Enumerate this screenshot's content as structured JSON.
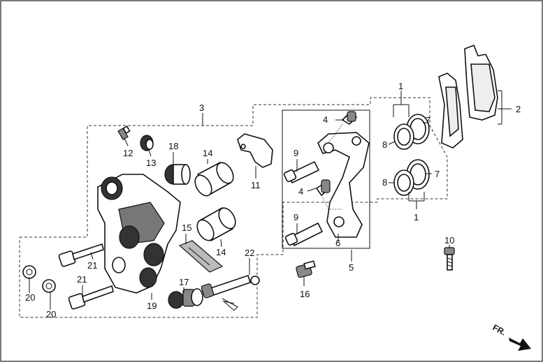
{
  "diagram": {
    "callouts": {
      "c1a": "1",
      "c1b": "1",
      "c2": "2",
      "c3": "3",
      "c4a": "4",
      "c4b": "4",
      "c5": "5",
      "c6": "6",
      "c7a": "7",
      "c7b": "7",
      "c8a": "8",
      "c8b": "8",
      "c9a": "9",
      "c9b": "9",
      "c10": "10",
      "c11": "11",
      "c12": "12",
      "c13": "13",
      "c14a": "14",
      "c14b": "14",
      "c15": "15",
      "c16": "16",
      "c17": "17",
      "c18": "18",
      "c19": "19",
      "c20a": "20",
      "c20b": "20",
      "c21a": "21",
      "c21b": "21",
      "c22": "22"
    },
    "direction_label": "FR."
  }
}
